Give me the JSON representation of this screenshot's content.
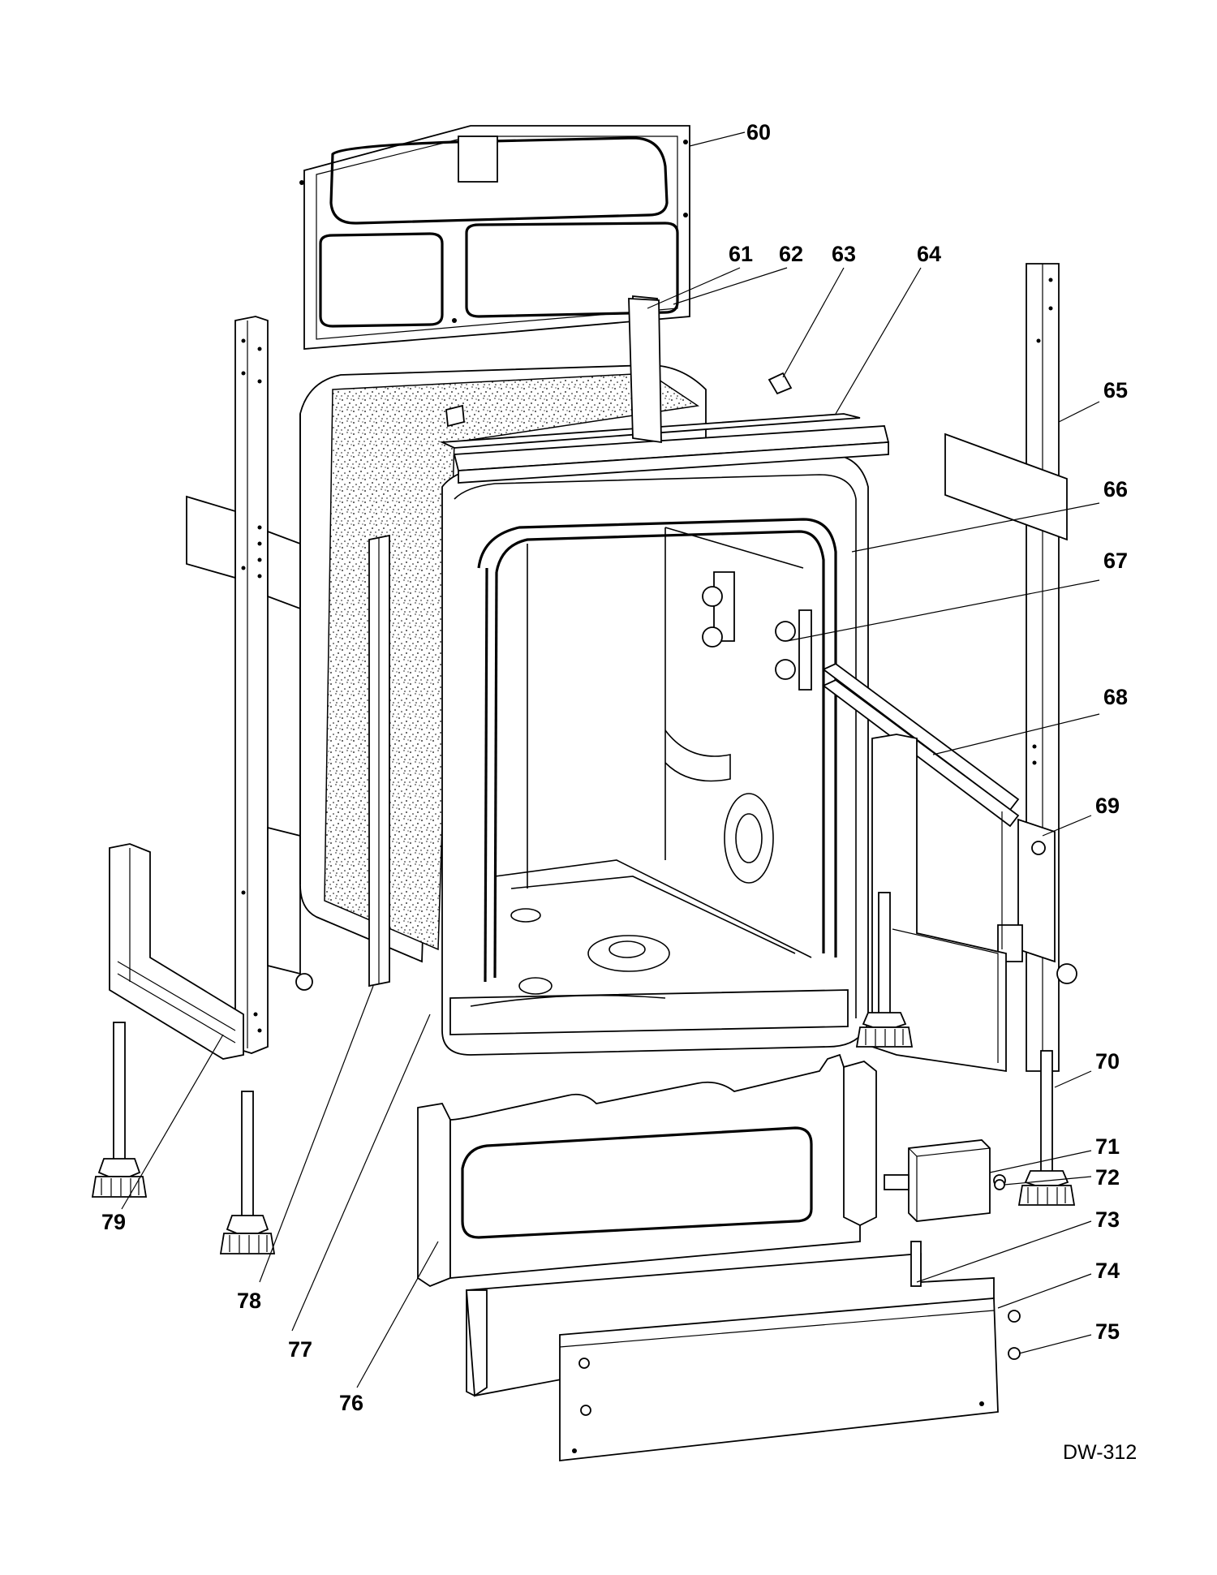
{
  "diagram": {
    "drawing_code": "DW-312",
    "callouts": [
      {
        "id": "60",
        "label": "60"
      },
      {
        "id": "61",
        "label": "61"
      },
      {
        "id": "62",
        "label": "62"
      },
      {
        "id": "63",
        "label": "63"
      },
      {
        "id": "64",
        "label": "64"
      },
      {
        "id": "65",
        "label": "65"
      },
      {
        "id": "66",
        "label": "66"
      },
      {
        "id": "67",
        "label": "67"
      },
      {
        "id": "68",
        "label": "68"
      },
      {
        "id": "69",
        "label": "69"
      },
      {
        "id": "70",
        "label": "70"
      },
      {
        "id": "71",
        "label": "71"
      },
      {
        "id": "72",
        "label": "72"
      },
      {
        "id": "73",
        "label": "73"
      },
      {
        "id": "74",
        "label": "74"
      },
      {
        "id": "75",
        "label": "75"
      },
      {
        "id": "76",
        "label": "76"
      },
      {
        "id": "77",
        "label": "77"
      },
      {
        "id": "78",
        "label": "78"
      },
      {
        "id": "79",
        "label": "79"
      }
    ]
  }
}
